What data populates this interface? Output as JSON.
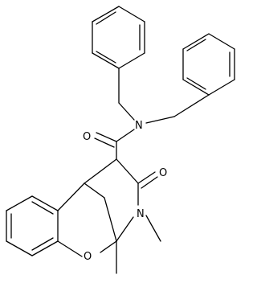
{
  "molecule": {
    "atoms": {
      "amide_n": "N",
      "carbonyl_o": "O",
      "ring_n": "N",
      "lactam_o": "O",
      "ether_o": "O"
    },
    "colors": {
      "bond": "#000000",
      "text": "#000000",
      "background": "#ffffff"
    }
  }
}
